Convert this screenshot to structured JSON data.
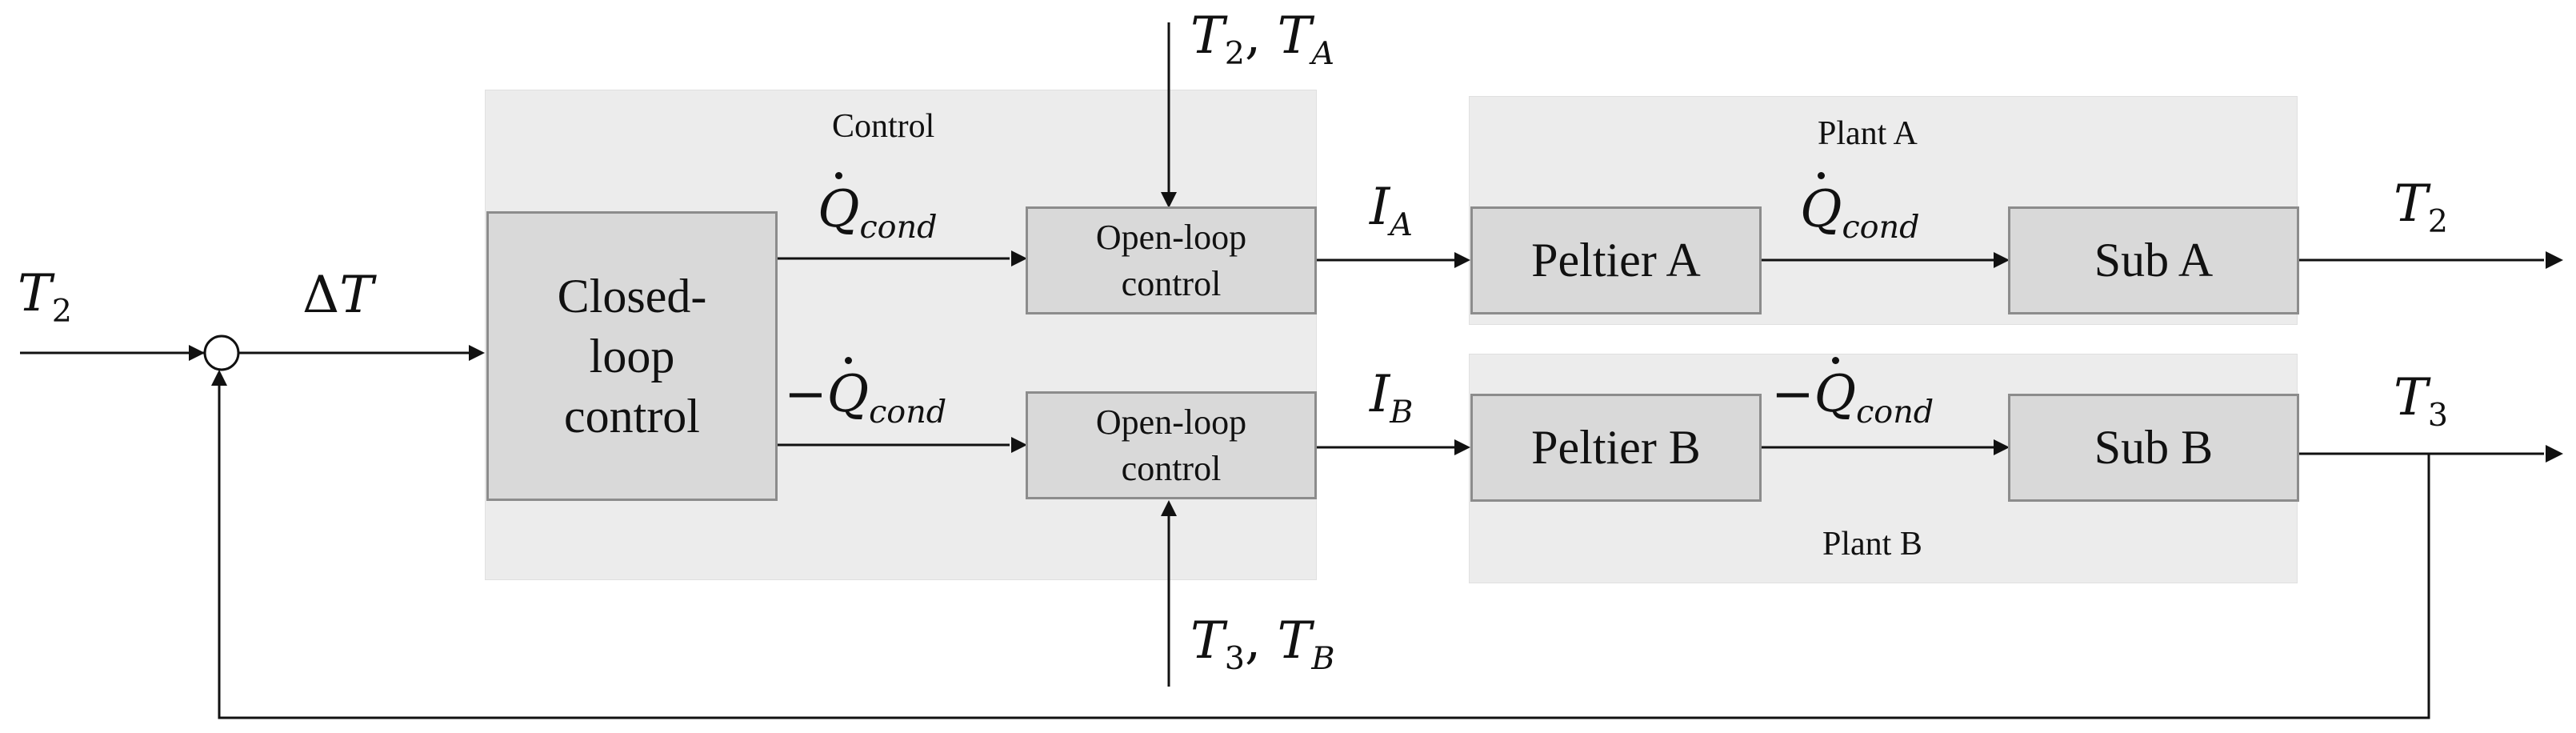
{
  "regions": {
    "control": "Control",
    "plant_a": "Plant A",
    "plant_b": "Plant B"
  },
  "blocks": {
    "closed_loop": [
      "Closed-",
      "loop",
      "control"
    ],
    "open_loop_a": [
      "Open-loop",
      "control"
    ],
    "open_loop_b": [
      "Open-loop",
      "control"
    ],
    "peltier_a": "Peltier A",
    "sub_a": "Sub A",
    "peltier_b": "Peltier B",
    "sub_b": "Sub B"
  },
  "signals": {
    "input_T2": {
      "base": "T",
      "sub": "2"
    },
    "delta_T": {
      "prefix": "Δ",
      "base": "T"
    },
    "q_cond_a": {
      "sign": "",
      "base": "Q",
      "sub": "cond"
    },
    "q_cond_b": {
      "sign": "−",
      "base": "Q",
      "sub": "cond"
    },
    "dist_top": {
      "a": "T",
      "a_sub": "2",
      "sep": ", ",
      "b": "T",
      "b_sub": "A"
    },
    "dist_bottom": {
      "a": "T",
      "a_sub": "3",
      "sep": ", ",
      "b": "T",
      "b_sub": "B"
    },
    "I_A": {
      "base": "I",
      "sub": "A"
    },
    "I_B": {
      "base": "I",
      "sub": "B"
    },
    "q_cond_plant_a": {
      "sign": "",
      "base": "Q",
      "sub": "cond"
    },
    "q_cond_plant_b": {
      "sign": "−",
      "base": "Q",
      "sub": "cond"
    },
    "out_T2": {
      "base": "T",
      "sub": "2"
    },
    "out_T3": {
      "base": "T",
      "sub": "3"
    }
  }
}
